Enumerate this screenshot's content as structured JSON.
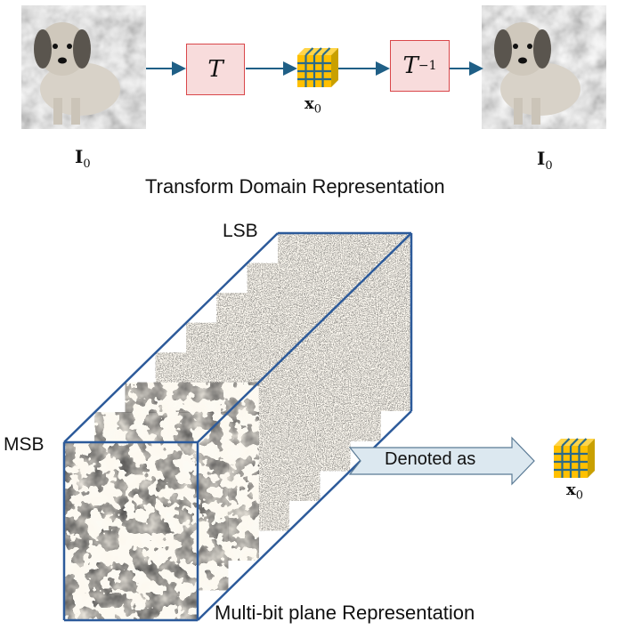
{
  "top": {
    "input_label": "I",
    "input_sub": "0",
    "transform_label": "T",
    "inverse_label": "T",
    "inverse_sup": "−1",
    "coeff_label": "x",
    "coeff_sub": "0",
    "output_label": "I",
    "output_sub": "0",
    "caption": "Transform Domain Representation"
  },
  "bottom": {
    "lsb_label": "LSB",
    "msb_label": "MSB",
    "arrow_label": "Denoted as",
    "coeff_label": "x",
    "coeff_sub": "0",
    "caption": "Multi-bit plane Representation"
  },
  "colors": {
    "arrow": "#1f5f86",
    "box_fill": "#f8dcdc",
    "box_border": "#d9474a",
    "cube_frame": "#2c5a9a",
    "cube_yellow": "#ffc000"
  }
}
